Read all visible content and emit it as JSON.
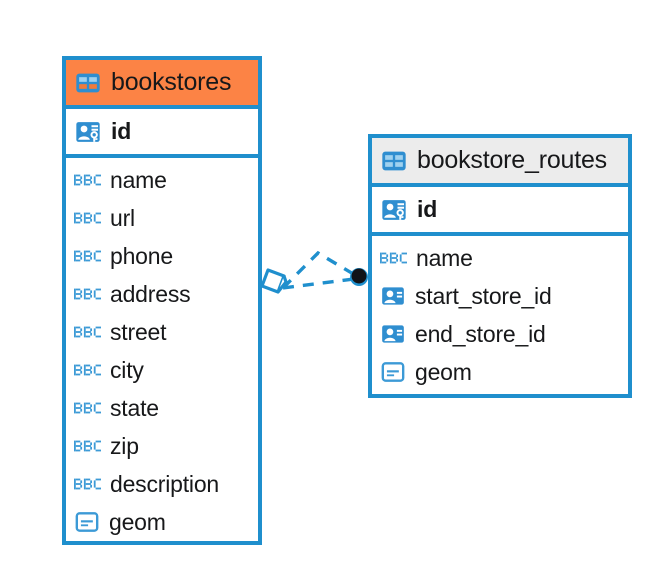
{
  "diagram": {
    "title": "Database entity relationship diagram",
    "background": "#ffffff",
    "accent_blue": "#1f8fcd",
    "accent_orange": "#fc8345",
    "accent_grey": "#ececec",
    "text_color": "#17181a"
  },
  "entities": [
    {
      "name": "bookstores",
      "header_icon": "table-icon",
      "header_color": "#fc8345",
      "primary_key": {
        "label": "id",
        "icon": "primary-key-icon"
      },
      "fields": [
        {
          "label": "name",
          "icon": "abc-text-icon"
        },
        {
          "label": "url",
          "icon": "abc-text-icon"
        },
        {
          "label": "phone",
          "icon": "abc-text-icon"
        },
        {
          "label": "address",
          "icon": "abc-text-icon"
        },
        {
          "label": "street",
          "icon": "abc-text-icon"
        },
        {
          "label": "city",
          "icon": "abc-text-icon"
        },
        {
          "label": "state",
          "icon": "abc-text-icon"
        },
        {
          "label": "zip",
          "icon": "abc-text-icon"
        },
        {
          "label": "description",
          "icon": "abc-text-icon"
        },
        {
          "label": "geom",
          "icon": "geometry-icon"
        }
      ]
    },
    {
      "name": "bookstore_routes",
      "header_icon": "table-icon",
      "header_color": "#ececec",
      "primary_key": {
        "label": "id",
        "icon": "primary-key-icon"
      },
      "fields": [
        {
          "label": "name",
          "icon": "abc-text-icon"
        },
        {
          "label": "start_store_id",
          "icon": "foreign-key-icon"
        },
        {
          "label": "end_store_id",
          "icon": "foreign-key-icon"
        },
        {
          "label": "geom",
          "icon": "geometry-icon"
        }
      ]
    }
  ],
  "relationship": {
    "style": "dashed",
    "color": "#1f8fcd",
    "source_endpoint": "diamond-crowfoot-marker",
    "target_endpoint": "filled-circle-marker",
    "target_endpoint_color": "#111318"
  }
}
